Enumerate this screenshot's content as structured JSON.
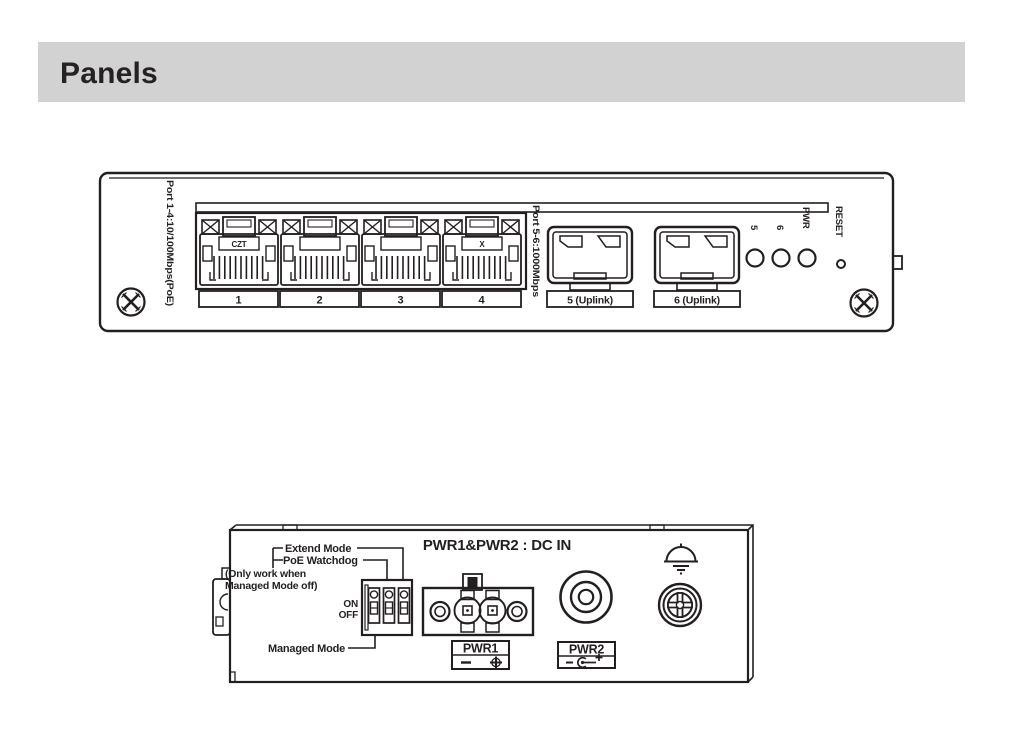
{
  "page": {
    "title": "Panels"
  },
  "front_panel": {
    "left_group_label": "Port 1-4:10/100Mbps(PoE)",
    "right_group_label": "Port 5-6:1000Mbps",
    "port1_tag": "CZT",
    "port4_tag": "X",
    "port_labels": [
      "1",
      "2",
      "3",
      "4"
    ],
    "uplink_labels": [
      "5 (Uplink)",
      "6 (Uplink)"
    ],
    "led_labels": [
      "5",
      "6",
      "PWR"
    ],
    "reset_label": "RESET"
  },
  "rear_panel": {
    "title": "PWR1&PWR2 : DC IN",
    "extend_mode_label": "Extend Mode",
    "poe_watchdog_label": "PoE Watchdog",
    "note_line1": "(Only work when",
    "note_line2": "Managed Mode off)",
    "on_label": "ON",
    "off_label": "OFF",
    "managed_mode_label": "Managed Mode",
    "pwr1_label": "PWR1",
    "pwr2_label": "PWR2"
  },
  "colors": {
    "ink": "#231f20",
    "header_background": "#d2d2d2",
    "page_background": "#ffffff"
  }
}
